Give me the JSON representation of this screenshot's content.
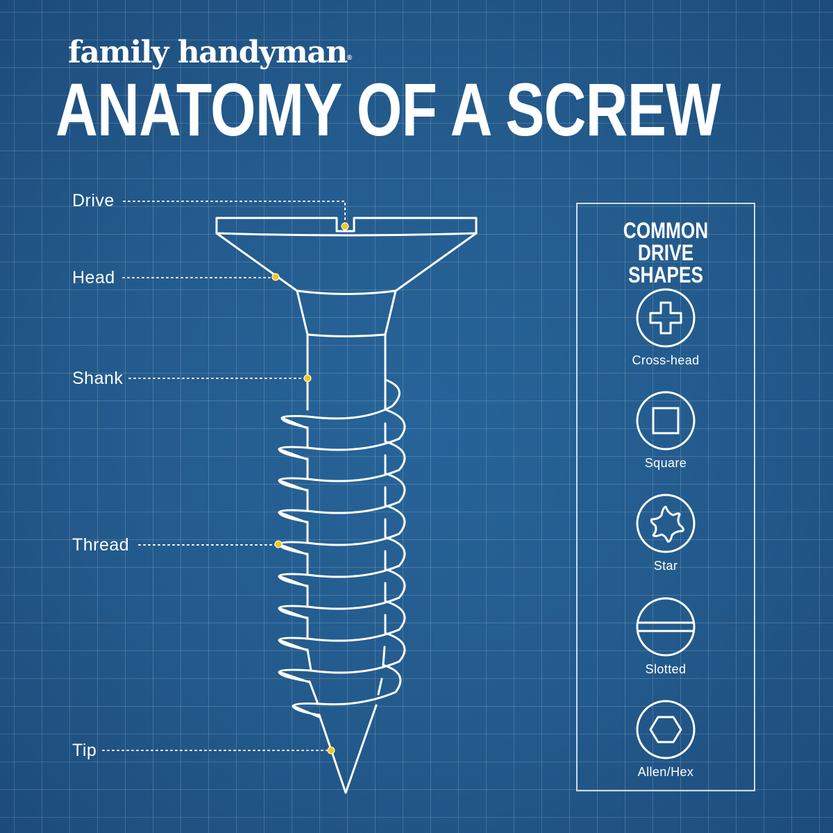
{
  "brand": {
    "name": "family handyman",
    "mark": "®"
  },
  "title": "ANATOMY OF A SCREW",
  "colors": {
    "background": "#235a8c",
    "grid": "#4a7fb0",
    "line": "#ffffff",
    "callout_dot": "#f5c518"
  },
  "parts": [
    {
      "label": "Drive",
      "dot": [
        497,
        326
      ]
    },
    {
      "label": "Head",
      "dot": [
        397,
        399
      ]
    },
    {
      "label": "Shank",
      "dot": [
        443,
        545
      ]
    },
    {
      "label": "Thread",
      "dot": [
        401,
        784
      ]
    },
    {
      "label": "Tip",
      "dot": [
        477,
        1081
      ]
    }
  ],
  "drive_panel": {
    "title_line1": "COMMON DRIVE",
    "title_line2": "SHAPES",
    "shapes": [
      {
        "label": "Cross-head",
        "icon": "cross-icon"
      },
      {
        "label": "Square",
        "icon": "square-icon"
      },
      {
        "label": "Star",
        "icon": "star-icon"
      },
      {
        "label": "Slotted",
        "icon": "slot-icon"
      },
      {
        "label": "Allen/Hex",
        "icon": "hex-icon"
      }
    ]
  }
}
